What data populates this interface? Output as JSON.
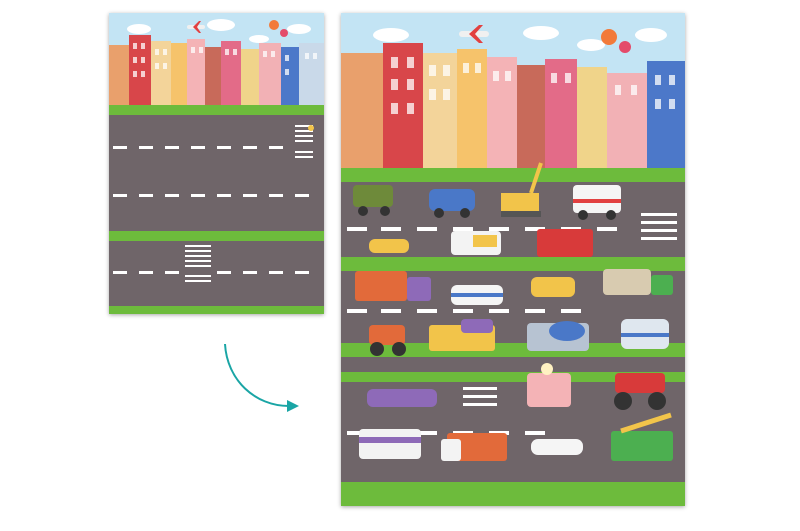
{
  "scene": {
    "description_free": true,
    "left_panel": {
      "kind": "empty-playmat",
      "roads": 3
    },
    "right_panel": {
      "kind": "playmat-with-vehicles",
      "roads": 5
    },
    "arrow": {
      "direction": "down-right",
      "color": "#1aa5a5"
    }
  },
  "colors": {
    "sky": "#bfe3f5",
    "asphalt": "#6f6569",
    "grass": "#6dbb3c",
    "arrow": "#1aa5a5"
  }
}
